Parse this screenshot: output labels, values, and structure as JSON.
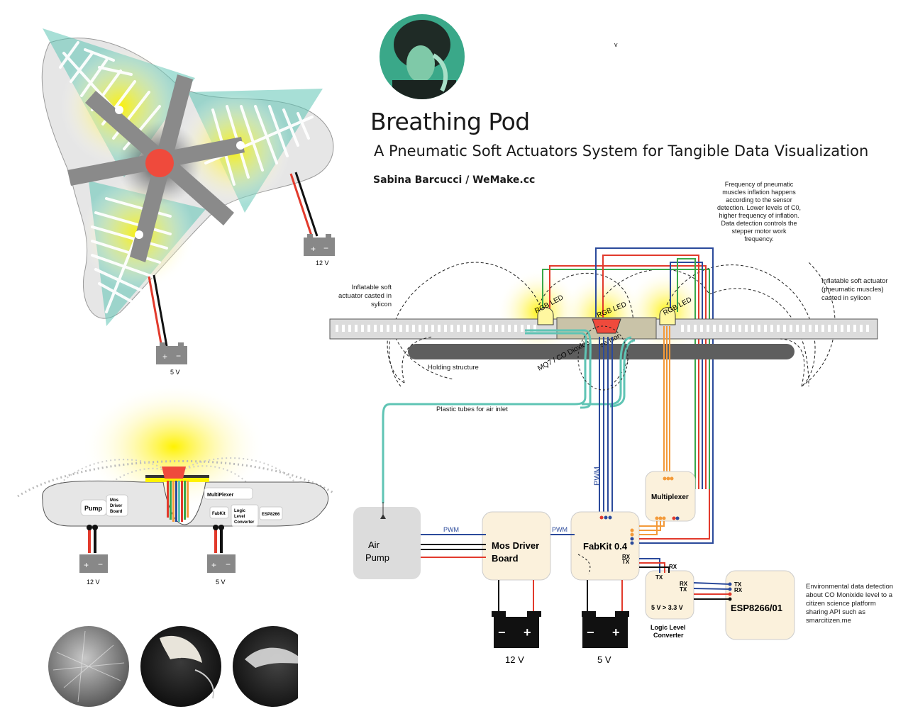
{
  "header": {
    "title": "Breathing Pod",
    "subtitle": "A Pneumatic Soft Actuators System for Tangible Data Visualization",
    "author": "Sabina Barcucci / WeMake.cc",
    "stray_mark": "v"
  },
  "notes": {
    "frequency": "Frequency of pneumatic muscles inflation happens according to the sensor detection. Lower levels of C0, higher frequency of inflation. Data detection controls the stepper motor work frequency.",
    "actuator_left": "Inflatable soft actuator casted in sylicon",
    "actuator_right": "Inflatable soft actuator (pneumatic muscles) casted in sylicon",
    "holding": "Holding structure",
    "tubes": "Plastic tubes for air inlet",
    "environmental": "Environmental data detection about CO Monixide level to a citizen science platform sharing API such as smarcitizen.me"
  },
  "sensor": {
    "led": "RGB LED",
    "sensor_line1": "MQ7 / CO Dioxide",
    "sensor_line2": "sensor"
  },
  "components": {
    "air_pump_1": "Air",
    "air_pump_2": "Pump",
    "mos_1": "Mos Driver",
    "mos_2": "Board",
    "fabkit": "FabKit 0.4",
    "multiplexer": "Multiplexer",
    "llc_inner": "5 V > 3.3 V",
    "llc_1": "Logic Level",
    "llc_2": "Converter",
    "esp": "ESP8266/01",
    "pwm": "PWM",
    "rx": "RX",
    "tx": "TX"
  },
  "batteries": {
    "v12": "12 V",
    "v5": "5 V",
    "minus": "−",
    "plus": "+"
  },
  "pod_side": {
    "pump": "Pump",
    "mos_1": "Mos",
    "mos_2": "Driver",
    "mos_3": "Board",
    "multiplexer": "MultiPlexer",
    "fabkit": "FabKit",
    "logic_1": "Logic",
    "logic_2": "Level",
    "logic_3": "Converter",
    "esp": "ESP8266",
    "v12": "12 V",
    "v5": "5 V"
  },
  "pod_top": {
    "v12": "12 V",
    "v5": "5 V"
  },
  "colors": {
    "teal": "#5fc4b4",
    "red_dot": "#ef4a3c",
    "glow": "#fff200",
    "orange_wire": "#f39a3a",
    "blue_wire": "#2b4a9b",
    "green_wire": "#3aa84a",
    "red_wire": "#e23a2c"
  }
}
